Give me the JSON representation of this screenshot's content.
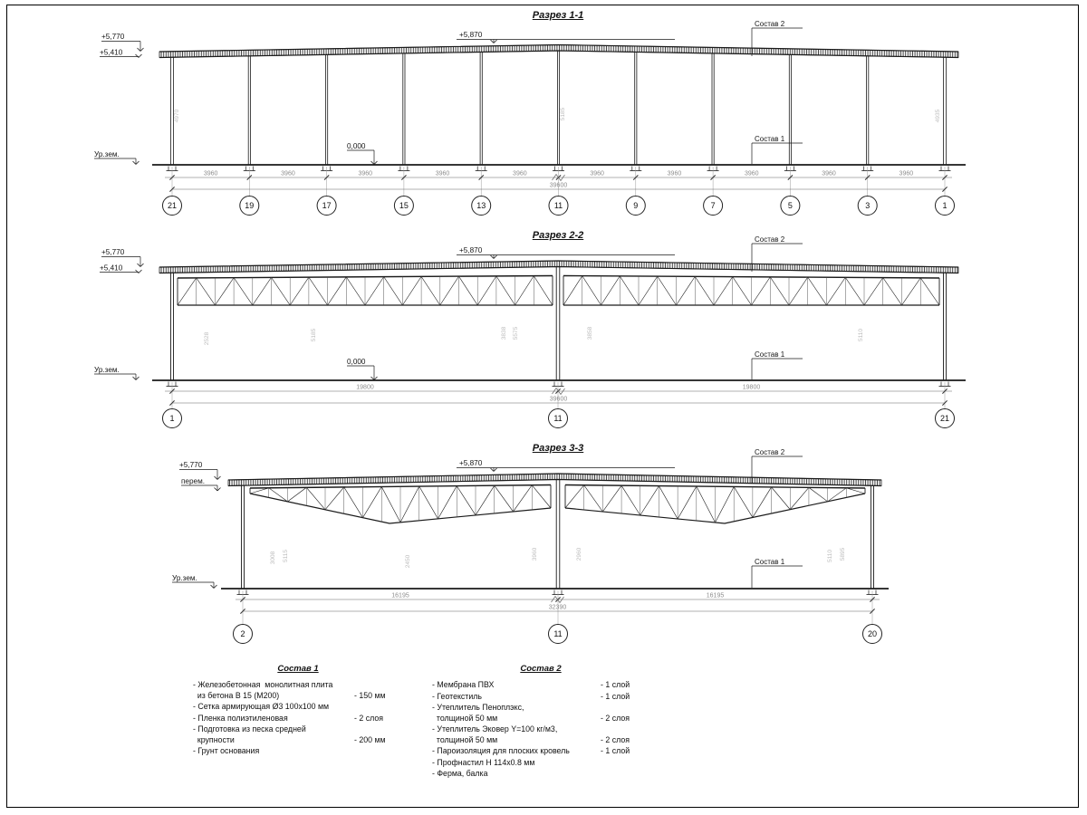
{
  "sheet": {
    "background": "#ffffff",
    "frame_color": "#000000",
    "line_color": "#1a1a1a",
    "dim_color": "#8d8d8d"
  },
  "sections": [
    {
      "title": "Разрез 1-1",
      "elevation_top": "+5,870",
      "elevation_eave": "+5,770",
      "elevation_soffit": "+5,410",
      "ground_label": "Ур.зем.",
      "zero_mark": "0,000",
      "roof_layer_label": "Состав 2",
      "floor_layer_label": "Состав 1",
      "grid_labels": [
        "21",
        "19",
        "17",
        "15",
        "13",
        "11",
        "9",
        "7",
        "5",
        "3",
        "1"
      ],
      "segment_dims": [
        "3960",
        "3960",
        "3960",
        "3960",
        "3960",
        "3960",
        "3960",
        "3960",
        "3960",
        "3960"
      ],
      "total_dim": "39600",
      "height_dims": [
        "4970",
        "5185",
        "4935"
      ]
    },
    {
      "title": "Разрез 2-2",
      "elevation_top": "+5,870",
      "elevation_eave": "+5,770",
      "elevation_soffit": "+5,410",
      "ground_label": "Ур.зем.",
      "zero_mark": "0,000",
      "roof_layer_label": "Состав 2",
      "floor_layer_label": "Состав 1",
      "grid_labels": [
        "1",
        "11",
        "21"
      ],
      "segment_dims": [
        "19800",
        "19800"
      ],
      "total_dim": "39600",
      "height_dims": [
        "2528",
        "5185",
        "3838",
        "5575",
        "3858",
        "5110"
      ]
    },
    {
      "title": "Разрез 3-3",
      "elevation_top": "+5,870",
      "elevation_eave": "+5,770",
      "elevation_soffit": "перем.",
      "ground_label": "Ур.зем.",
      "zero_mark": null,
      "roof_layer_label": "Состав 2",
      "floor_layer_label": "Состав 1",
      "grid_labels": [
        "2",
        "11",
        "20"
      ],
      "segment_dims": [
        "16195",
        "16195"
      ],
      "total_dim": "32390",
      "height_dims": [
        "3008",
        "5115",
        "2450",
        "3960",
        "2960",
        "5110",
        "5895"
      ]
    }
  ],
  "compositions": [
    {
      "title": "Состав 1",
      "items": [
        {
          "lines": [
            "- Железобетонная  монолитная плита",
            "  из бетона В 15 (М200)"
          ],
          "value": "- 150 мм"
        },
        {
          "lines": [
            "- Сетка армирующая Ø3 100х100 мм"
          ],
          "value": ""
        },
        {
          "lines": [
            "- Пленка полиэтиленовая"
          ],
          "value": "- 2 слоя"
        },
        {
          "lines": [
            "- Подготовка из песка средней",
            "  крупности"
          ],
          "value": "- 200 мм"
        },
        {
          "lines": [
            "- Грунт основания"
          ],
          "value": ""
        }
      ]
    },
    {
      "title": "Состав 2",
      "items": [
        {
          "lines": [
            "- Мембрана ПВХ"
          ],
          "value": "- 1 слой"
        },
        {
          "lines": [
            "- Геотекстиль"
          ],
          "value": "- 1 слой"
        },
        {
          "lines": [
            "- Утеплитель Пеноплэкс,",
            "  толщиной 50 мм"
          ],
          "value": "- 2 слоя"
        },
        {
          "lines": [
            "- Утеплитель Эковер Y=100 кг/м3,",
            "  толщиной 50 мм"
          ],
          "value": "- 2 слоя"
        },
        {
          "lines": [
            "- Пароизоляция для плоских кровель"
          ],
          "value": "- 1 слой"
        },
        {
          "lines": [
            "- Профнастил Н 114х0.8 мм"
          ],
          "value": ""
        },
        {
          "lines": [
            "- Ферма, балка"
          ],
          "value": ""
        }
      ]
    }
  ]
}
